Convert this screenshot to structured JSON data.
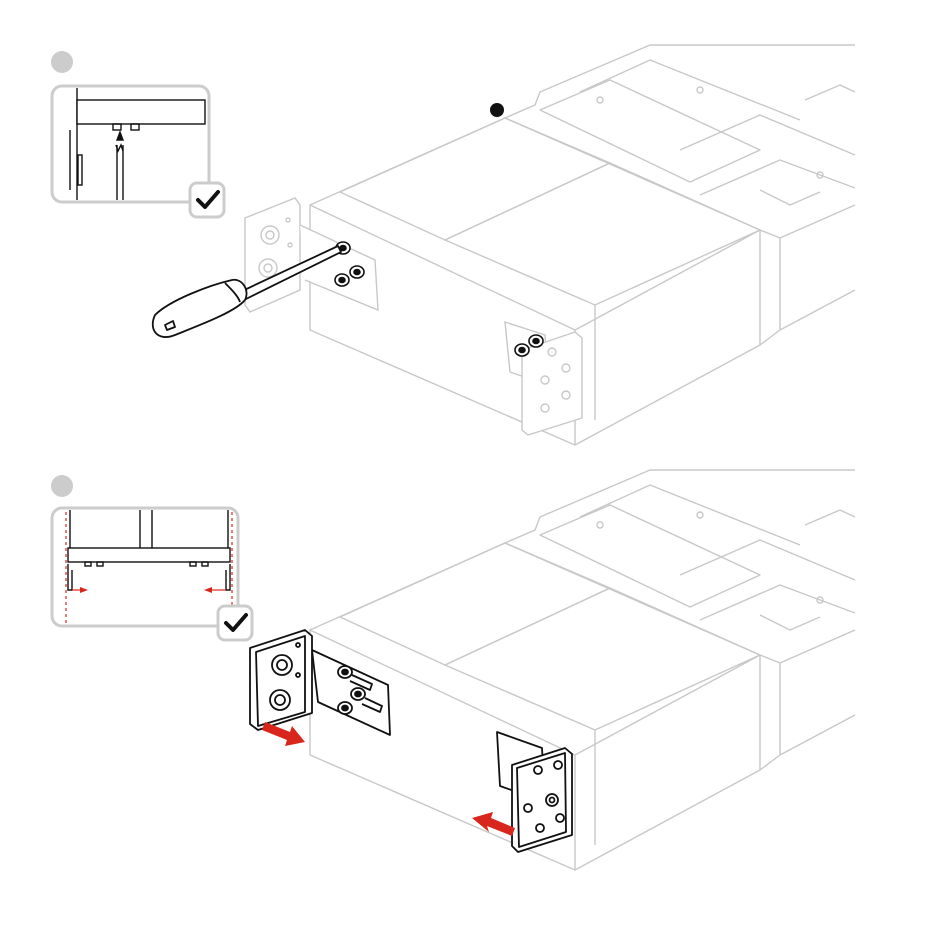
{
  "diagram": {
    "steps": [
      {
        "marker": "step-1",
        "inset": "tighten-screws-detail",
        "status": "check"
      },
      {
        "marker": "step-2",
        "inset": "slide-brackets-outward-detail",
        "status": "check"
      }
    ],
    "colors": {
      "line_dark": "#111111",
      "line_light": "#c8c8c8",
      "inset_frame": "#cccccc",
      "step_circle": "#cccccc",
      "arrow_red": "#d9261c",
      "check_fill": "#111111"
    },
    "icons": [
      "checkmark-icon",
      "screwdriver-icon",
      "arrow-icon"
    ]
  }
}
